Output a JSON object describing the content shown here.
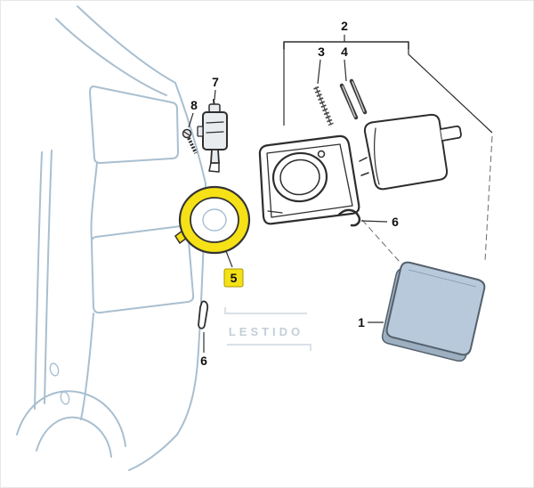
{
  "diagram": {
    "watermark": "LESTIDO",
    "labels": {
      "part1": "1",
      "part2": "2",
      "part3": "3",
      "part4": "4",
      "part5": "5",
      "part6_right": "6",
      "part6_bottom": "6",
      "part7": "7",
      "part8": "8"
    },
    "colors": {
      "highlight": "#F5E116",
      "panel_fill": "#b7c9da",
      "panel_edge": "#9db0c2",
      "panel_stroke": "#54606c",
      "body_line": "#a9bfd0",
      "dark_line": "#2e2e2e",
      "watermark": "#c3ced8"
    }
  }
}
